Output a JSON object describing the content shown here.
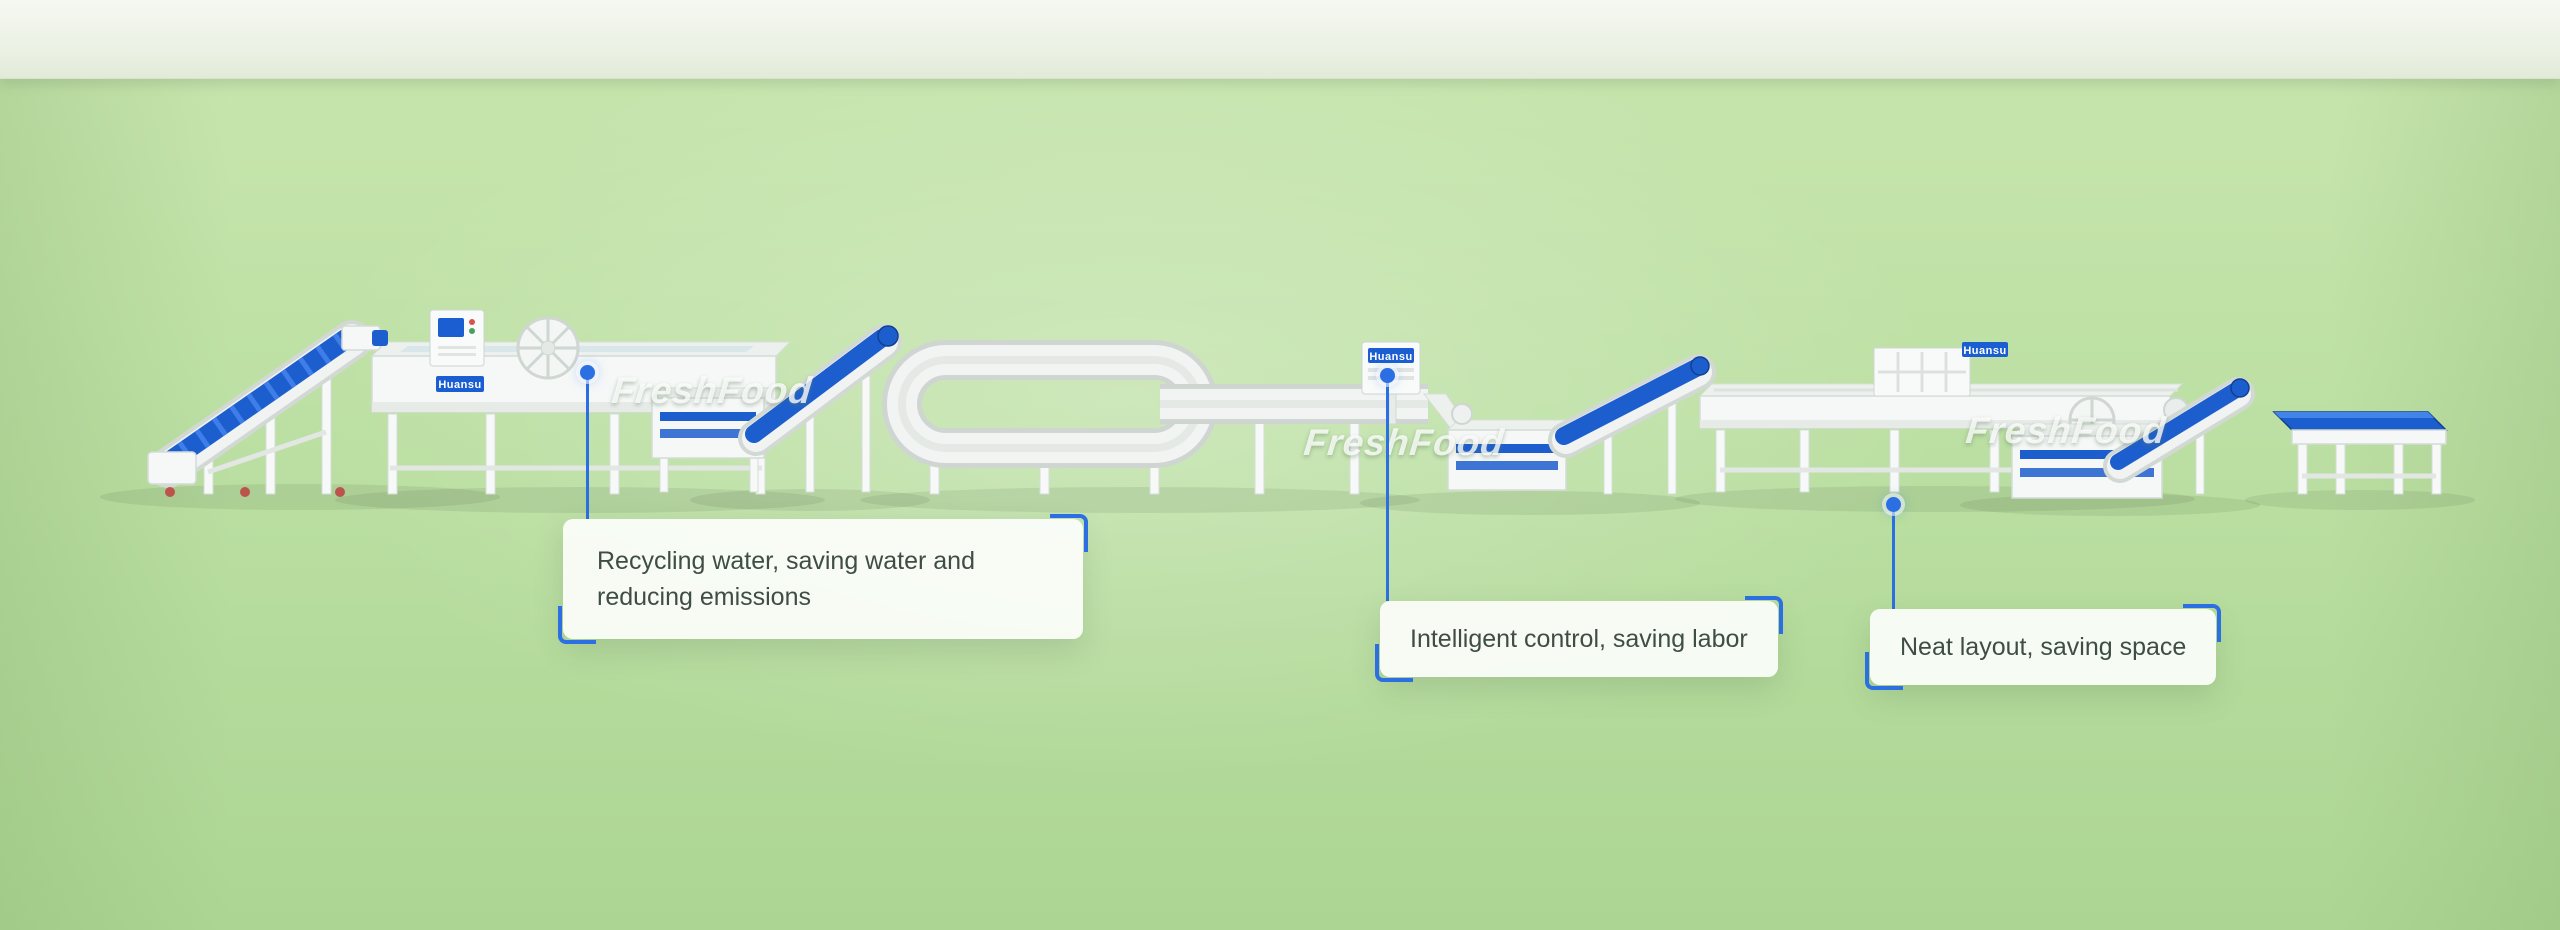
{
  "colors": {
    "accent_blue": "#2b6fe3",
    "belt_blue": "#1d5ecf",
    "background_green_light": "#c6e5ad",
    "background_green_dark": "#acd593",
    "top_band": "#eef2e8"
  },
  "watermarks": {
    "w1": "FreshFood",
    "w2": "FreshFood",
    "w3": "FreshFood"
  },
  "badges": {
    "b1": "Huansu",
    "b2": "Huansu",
    "b3": "Huansu"
  },
  "callouts": {
    "c1": {
      "line1": "Recycling water, saving water and",
      "line2": "reducing emissions"
    },
    "c2": {
      "text": "Intelligent control, saving labor"
    },
    "c3": {
      "text": "Neat layout, saving space"
    }
  }
}
